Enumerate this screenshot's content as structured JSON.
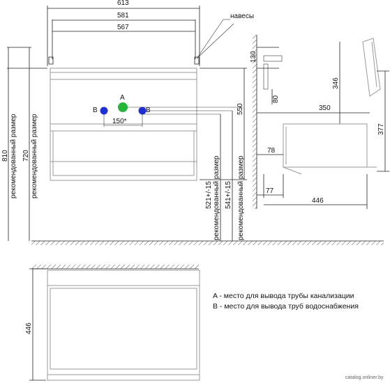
{
  "labels": {
    "w613": "613",
    "w581": "581",
    "w567": "567",
    "hinges": "навесы",
    "h130": "130",
    "h80": "80",
    "d350": "350",
    "h346": "346",
    "h377": "377",
    "d78": "78",
    "d77": "77",
    "d446": "446",
    "h810": "810",
    "h720": "720",
    "rec_size": "рекомендованный размер",
    "h550": "550",
    "h521": "521+/-15",
    "h541": "541+/-15",
    "a_mark": "A",
    "b_left": "B",
    "b_right": "B",
    "spacing": "150*",
    "plan_446": "446"
  },
  "legend": {
    "line_a": "A - место для вывода трубы канализации",
    "line_b": "B - место для вывода труб водоснабжения"
  },
  "watermark": "catalog.onliner.by",
  "colors": {
    "outlet_a": "#22b73a",
    "outlet_b": "#1f2fd6",
    "line": "#222222",
    "cabinet": "#9a9a9a"
  }
}
